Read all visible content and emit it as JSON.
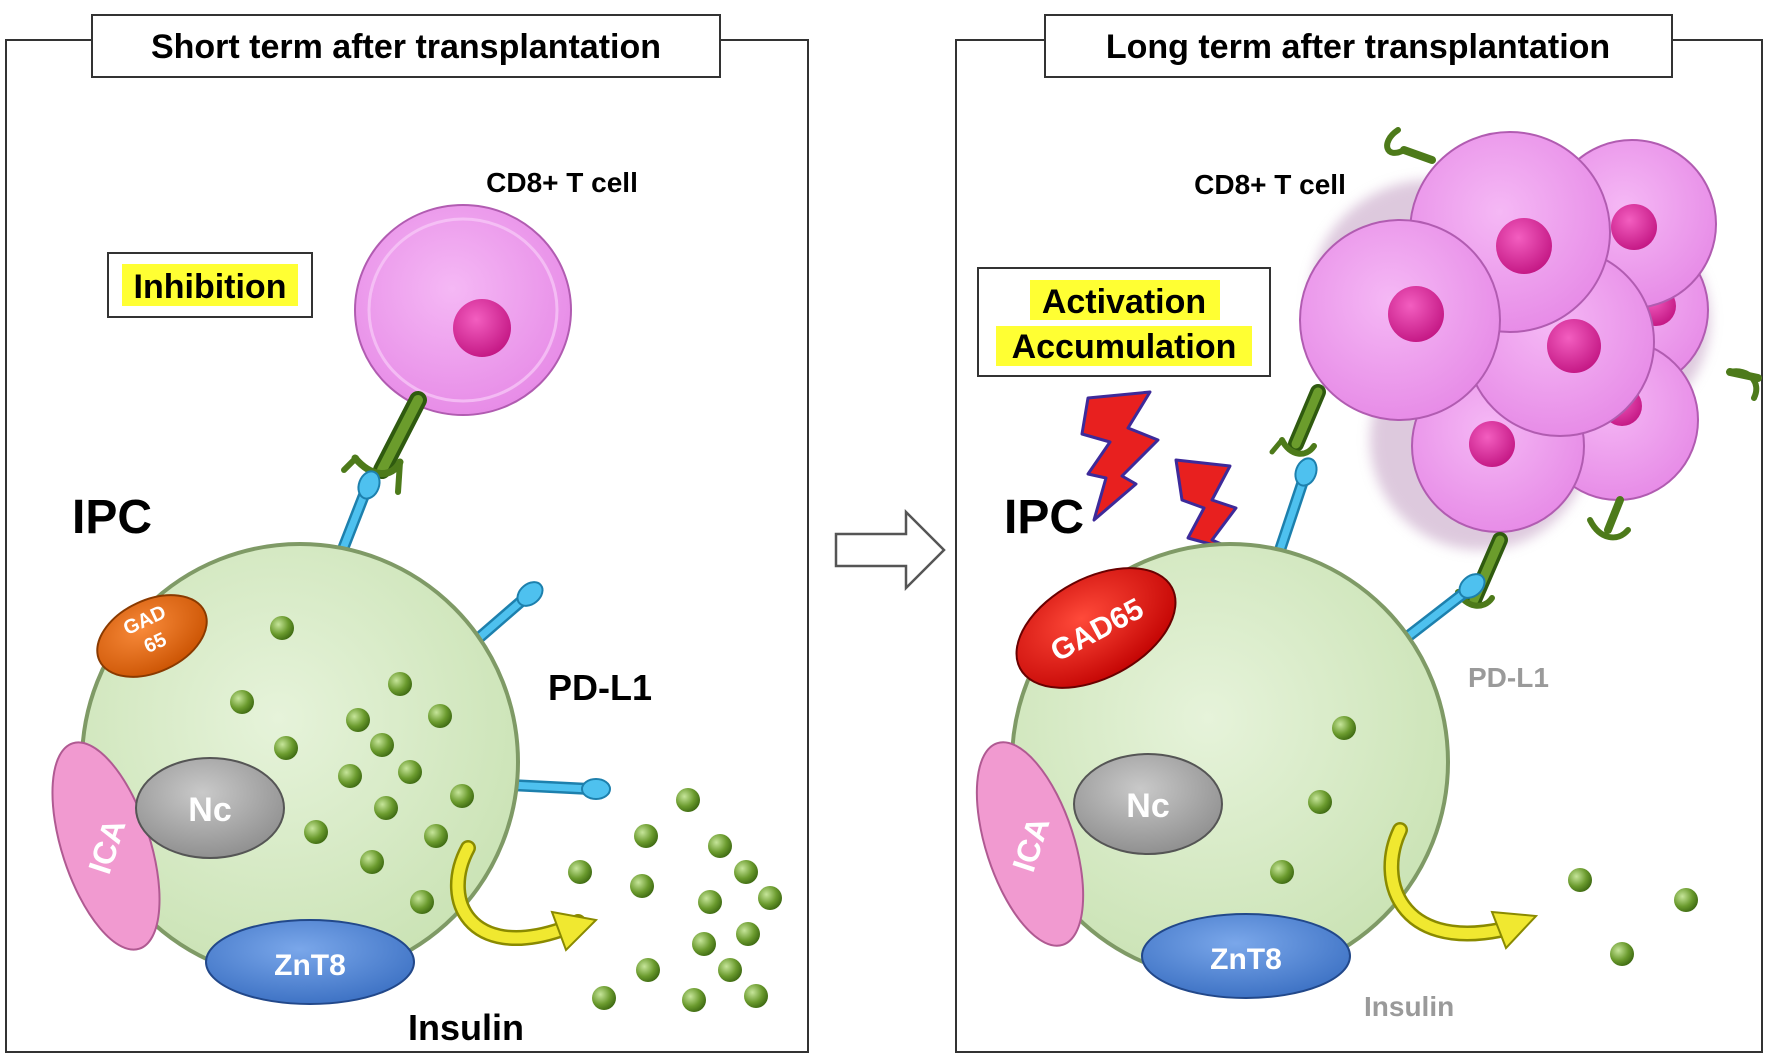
{
  "left_panel": {
    "title": "Short term after transplantation",
    "effect": "Inhibition",
    "t_cell_label": "CD8+ T cell",
    "cell_label": "IPC",
    "receptor_label": "PD-L1",
    "secretion_label": "Insulin",
    "antigens": {
      "gad": "GAD 65",
      "gad_line1": "GAD",
      "gad_line2": "65",
      "ica": "ICA",
      "znt8": "ZnT8",
      "nucleus": "Nc"
    }
  },
  "right_panel": {
    "title": "Long term after transplantation",
    "effect_line1": "Activation",
    "effect_line2": "Accumulation",
    "t_cell_label": "CD8+ T cell",
    "cell_label": "IPC",
    "receptor_label": "PD-L1",
    "secretion_label": "Insulin",
    "antigens": {
      "gad": "GAD65",
      "ica": "ICA",
      "znt8": "ZnT8",
      "nucleus": "Nc"
    }
  },
  "colors": {
    "cell_fill": "#d5eac3",
    "cell_stroke": "#7f9a66",
    "t_cell_fill": "#ef9bef",
    "t_cell_nucleus": "#e0259a",
    "granule": "#6b9b2e",
    "receptor": "#33b3e6",
    "tcr": "#4d7a1a",
    "gad_short": "#e06a10",
    "gad_long": "#e01010",
    "ica": "#f19ad0",
    "znt8": "#4a84d6",
    "nucleus": "#a6a6a6",
    "highlight": "#ffff33",
    "lightning": "#e8201f",
    "secretion_arrow": "#f0e830"
  }
}
